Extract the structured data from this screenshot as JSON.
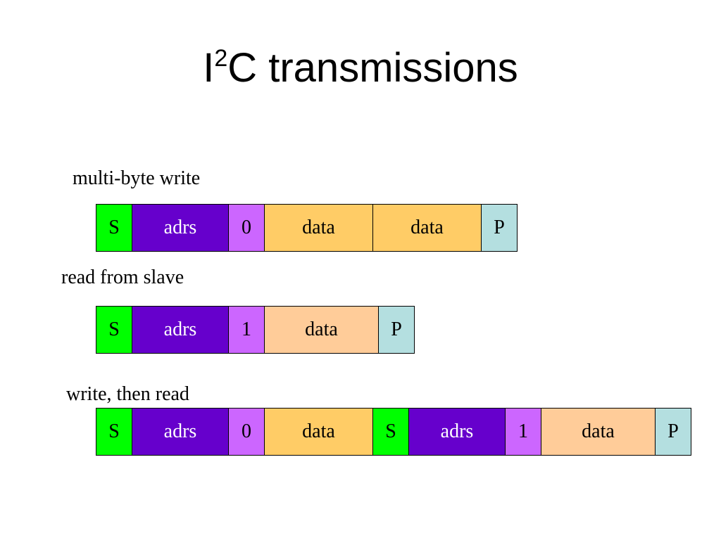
{
  "title": {
    "prefix": "I",
    "superscript": "2",
    "suffix": "C transmissions"
  },
  "rows": [
    {
      "label": "multi-byte write",
      "cells": [
        {
          "kind": "start",
          "text": "S",
          "color": "#00ff00"
        },
        {
          "kind": "adrs",
          "text": "adrs",
          "color": "#6600cc"
        },
        {
          "kind": "rw",
          "text": "0",
          "color": "#cc66ff"
        },
        {
          "kind": "dataw",
          "text": "data",
          "color": "#ffcc66"
        },
        {
          "kind": "dataw",
          "text": "data",
          "color": "#ffcc66"
        },
        {
          "kind": "stop",
          "text": "P",
          "color": "#b4dfe0"
        }
      ]
    },
    {
      "label": "read from slave",
      "cells": [
        {
          "kind": "start",
          "text": "S",
          "color": "#00ff00"
        },
        {
          "kind": "adrs",
          "text": "adrs",
          "color": "#6600cc"
        },
        {
          "kind": "rw",
          "text": "1",
          "color": "#cc66ff"
        },
        {
          "kind": "datar",
          "text": "data",
          "color": "#ffcc99"
        },
        {
          "kind": "stop",
          "text": "P",
          "color": "#b4dfe0"
        }
      ]
    },
    {
      "label": "write, then read",
      "cells": [
        {
          "kind": "start",
          "text": "S",
          "color": "#00ff00"
        },
        {
          "kind": "adrs",
          "text": "adrs",
          "color": "#6600cc"
        },
        {
          "kind": "rw",
          "text": "0",
          "color": "#cc66ff"
        },
        {
          "kind": "dataw",
          "text": "data",
          "color": "#ffcc66"
        },
        {
          "kind": "start",
          "text": "S",
          "color": "#00ff00"
        },
        {
          "kind": "adrs",
          "text": "adrs",
          "color": "#6600cc"
        },
        {
          "kind": "rw",
          "text": "1",
          "color": "#cc66ff"
        },
        {
          "kind": "datar",
          "text": "data",
          "color": "#ffcc99"
        },
        {
          "kind": "stop",
          "text": "P",
          "color": "#b4dfe0"
        }
      ]
    }
  ]
}
